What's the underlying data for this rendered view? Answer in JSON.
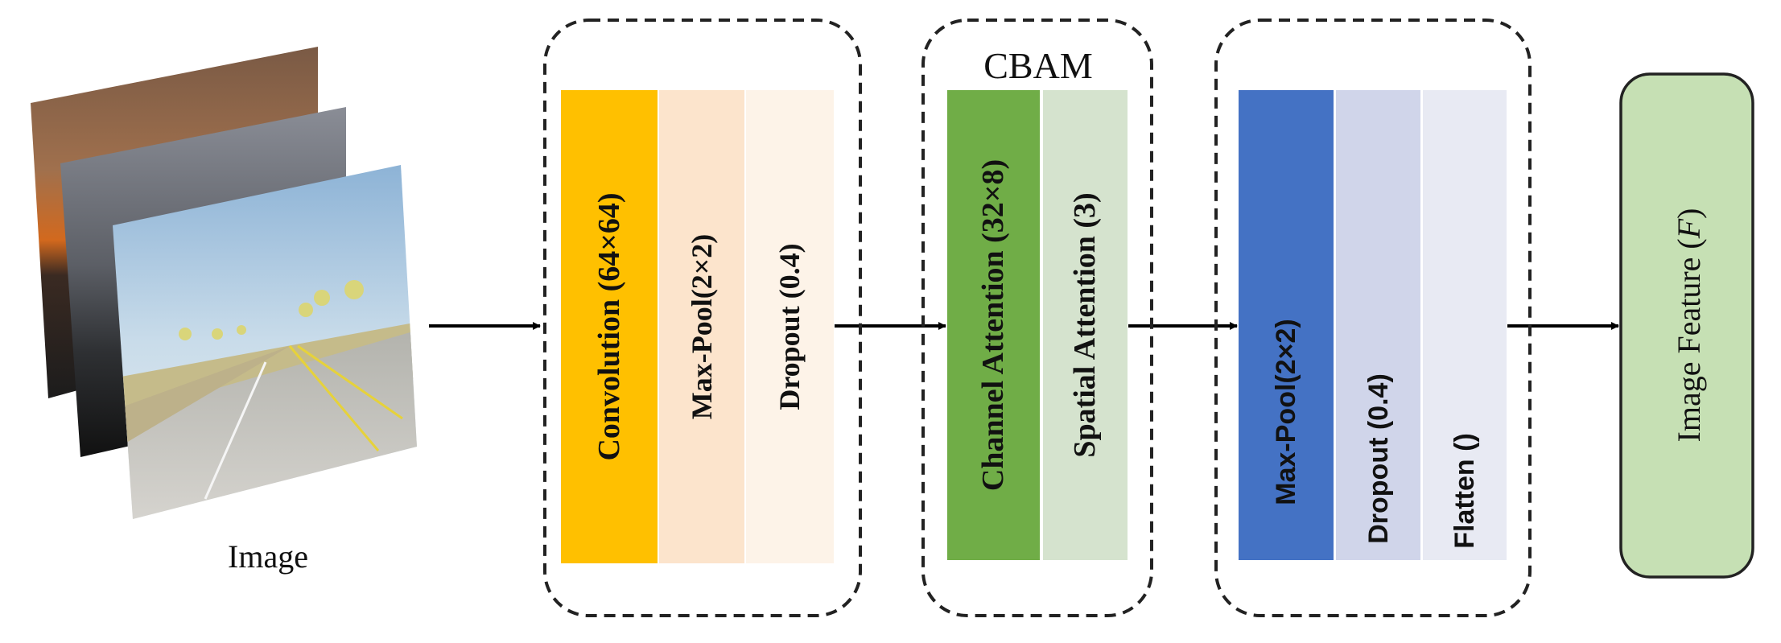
{
  "input": {
    "label": "Image"
  },
  "block1": {
    "layers": [
      {
        "label": "Convolution (64×64)",
        "color": "#FFC000"
      },
      {
        "label": "Max-Pool(2×2)",
        "color": "#FCE4CC"
      },
      {
        "label": "Dropout (0.4)",
        "color": "#FDF3E8"
      }
    ]
  },
  "cbam": {
    "title": "CBAM",
    "layers": [
      {
        "label": "Channel Attention (32×8)",
        "color": "#70AD47"
      },
      {
        "label": "Spatial Attention (3)",
        "color": "#D5E3CE"
      }
    ]
  },
  "block3": {
    "layers": [
      {
        "label": "Max-Pool(2×2)",
        "color": "#4472C4"
      },
      {
        "label": "Dropout (0.4)",
        "color": "#D0D5EA"
      },
      {
        "label": "Flatten ()",
        "color": "#E8EAF3"
      }
    ]
  },
  "output": {
    "label": "Image Feature (",
    "symbol": "F",
    "suffix": ")",
    "color": "#C6E0B4"
  }
}
